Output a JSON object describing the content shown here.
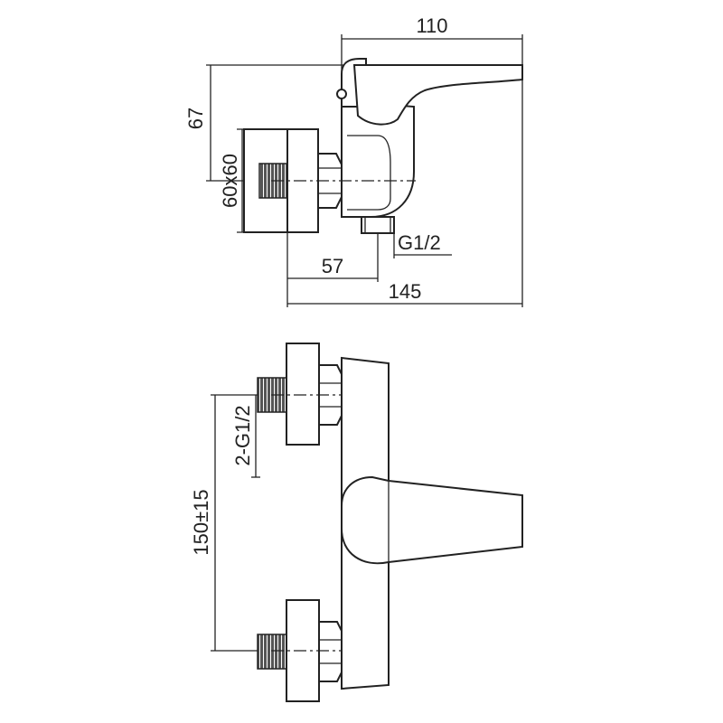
{
  "dimensions": {
    "top_width": "110",
    "height_to_handle": "67",
    "body_size": "60x60",
    "outlet_thread": "G1/2",
    "outlet_distance": "57",
    "total_depth": "145",
    "inlet_threads": "2-G1/2",
    "inlet_spacing": "150±15"
  },
  "colors": {
    "line": "#222222",
    "thread_fill": "#555555",
    "background": "#ffffff"
  }
}
